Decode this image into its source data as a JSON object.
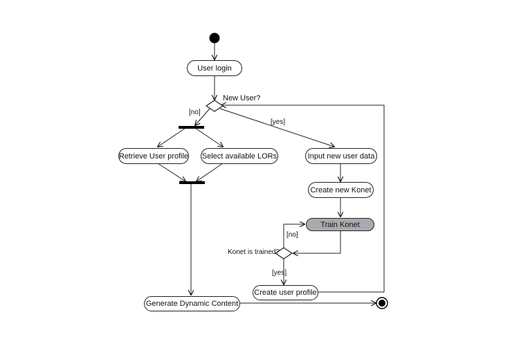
{
  "nodes": {
    "user_login": "User login",
    "retrieve_profile": "Retrieve User profile",
    "select_lors": "Select available LORs",
    "input_user_data": "Input new user data",
    "create_konet": "Create new Konet",
    "train_konet": "Train Konet",
    "create_user_profile": "Create user profile",
    "generate_content": "Generate Dynamic Content"
  },
  "decisions": {
    "new_user": "New User?",
    "konet_trained": "Konet is trained?"
  },
  "guards": {
    "no_1": "[no]",
    "yes_1": "[yes]",
    "no_2": "[no]",
    "yes_2": "[yes]"
  },
  "colors": {
    "line": "#222222",
    "active_fill": "#a7abaf"
  }
}
